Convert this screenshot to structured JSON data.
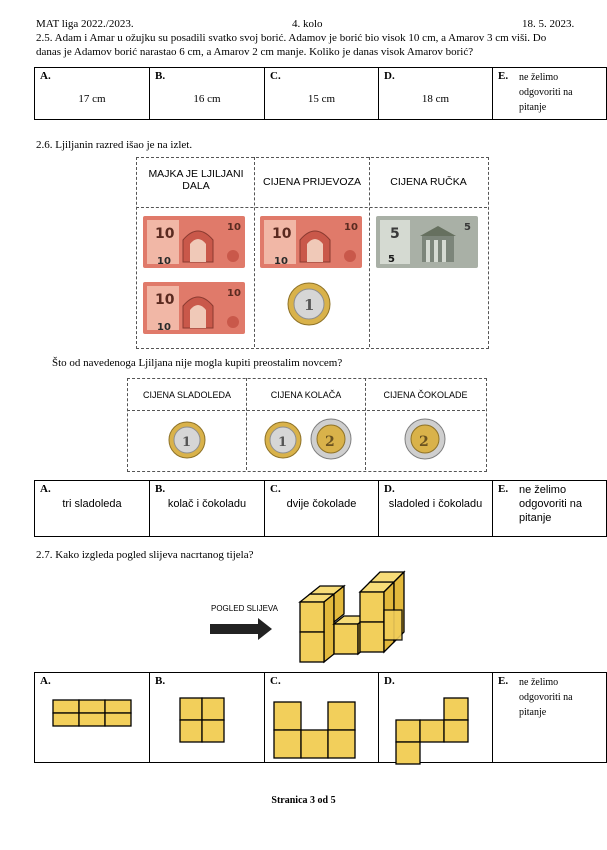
{
  "header": {
    "left": "MAT liga 2022./2023.",
    "center": "4. kolo",
    "right": "18. 5. 2023."
  },
  "q25": {
    "text_line1": "2.5. Adam i Amar u ožujku su posadili svatko svoj borić. Adamov je borić bio visok 10 cm, a Amarov 3 cm viši. Do",
    "text_line2": "danas je Adamov borić narastao 6 cm, a Amarov 2 cm manje. Koliko je danas visok Amarov borić?",
    "answers": [
      {
        "label": "A.",
        "value": "17 cm"
      },
      {
        "label": "B.",
        "value": "16 cm"
      },
      {
        "label": "C.",
        "value": "15 cm"
      },
      {
        "label": "D.",
        "value": "18 cm"
      },
      {
        "label": "E.",
        "value": "ne želimo odgovoriti na pitanje"
      }
    ]
  },
  "q26": {
    "text": "2.6. Ljiljanin razred išao je na izlet.",
    "table_headers": [
      "MAJKA JE LJILJANI DALA",
      "CIJENA PRIJEVOZA",
      "CIJENA RUČKA"
    ],
    "banknote_label_10": "10",
    "banknote_label_5": "5",
    "coin_1": "1",
    "coin_2": "2",
    "question": "Što od navedenoga Ljiljana nije mogla kupiti preostalim novcem?",
    "price_headers": [
      "CIJENA SLADOLEDA",
      "CIJENA KOLAČA",
      "CIJENA ČOKOLADE"
    ],
    "answers": [
      {
        "label": "A.",
        "value": "tri sladoleda"
      },
      {
        "label": "B.",
        "value": "kolač i čokoladu"
      },
      {
        "label": "C.",
        "value": "dvije čokolade"
      },
      {
        "label": "D.",
        "value": "sladoled i čokoladu"
      },
      {
        "label": "E.",
        "value": "ne želimo odgovoriti na pitanje"
      }
    ]
  },
  "q27": {
    "text": "2.7. Kako izgleda pogled slijeva nacrtanog tijela?",
    "arrow_label": "POGLED SLIJEVA",
    "answers": [
      {
        "label": "A."
      },
      {
        "label": "B."
      },
      {
        "label": "C."
      },
      {
        "label": "D."
      },
      {
        "label": "E.",
        "value": "ne želimo odgovoriti na pitanje"
      }
    ]
  },
  "footer": {
    "page": "Stranica 3 od 5"
  },
  "colors": {
    "cube": "#f2cf5b",
    "banknote10": "#d9685a",
    "banknote5": "#9aa39a",
    "coin_gold": "#d9b24a",
    "coin_silver": "#c9c9c9"
  }
}
